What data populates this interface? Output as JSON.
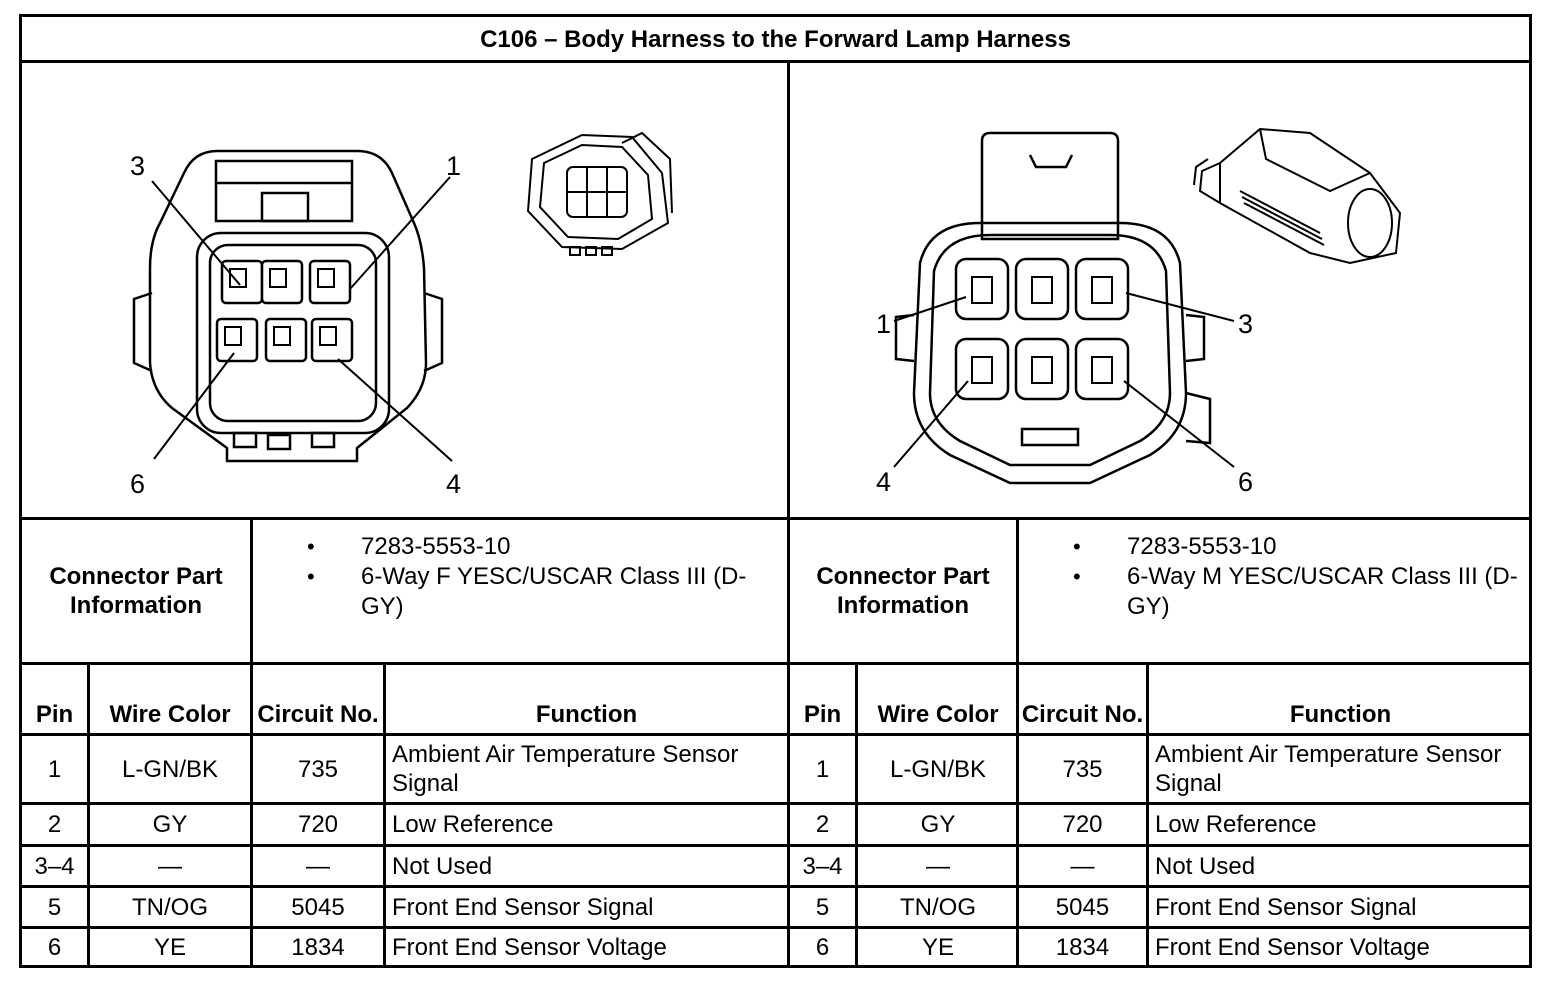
{
  "title": "C106 – Body Harness to the Forward Lamp Harness",
  "connectors": [
    {
      "id": "left",
      "pin_callouts": [
        "3",
        "1",
        "6",
        "4"
      ],
      "part_info_label": "Connector Part Information",
      "part_info": [
        "7283-5553-10",
        "6-Way F YESC/USCAR Class III (D-GY)"
      ]
    },
    {
      "id": "right",
      "pin_callouts": [
        "1",
        "3",
        "4",
        "6"
      ],
      "part_info_label": "Connector Part Information",
      "part_info": [
        "7283-5553-10",
        "6-Way M YESC/USCAR Class III (D-GY)"
      ]
    }
  ],
  "table_headers": {
    "pin": "Pin",
    "wire_color": "Wire Color",
    "circuit_no": "Circuit No.",
    "function": "Function"
  },
  "rows": [
    {
      "pin": "1",
      "wire_color": "L-GN/BK",
      "circuit": "735",
      "function": "Ambient Air Temperature Sensor Signal"
    },
    {
      "pin": "2",
      "wire_color": "GY",
      "circuit": "720",
      "function": "Low Reference"
    },
    {
      "pin": "3–4",
      "wire_color": "—",
      "circuit": "—",
      "function": "Not Used"
    },
    {
      "pin": "5",
      "wire_color": "TN/OG",
      "circuit": "5045",
      "function": "Front End Sensor Signal"
    },
    {
      "pin": "6",
      "wire_color": "YE",
      "circuit": "1834",
      "function": "Front End Sensor Voltage"
    }
  ]
}
